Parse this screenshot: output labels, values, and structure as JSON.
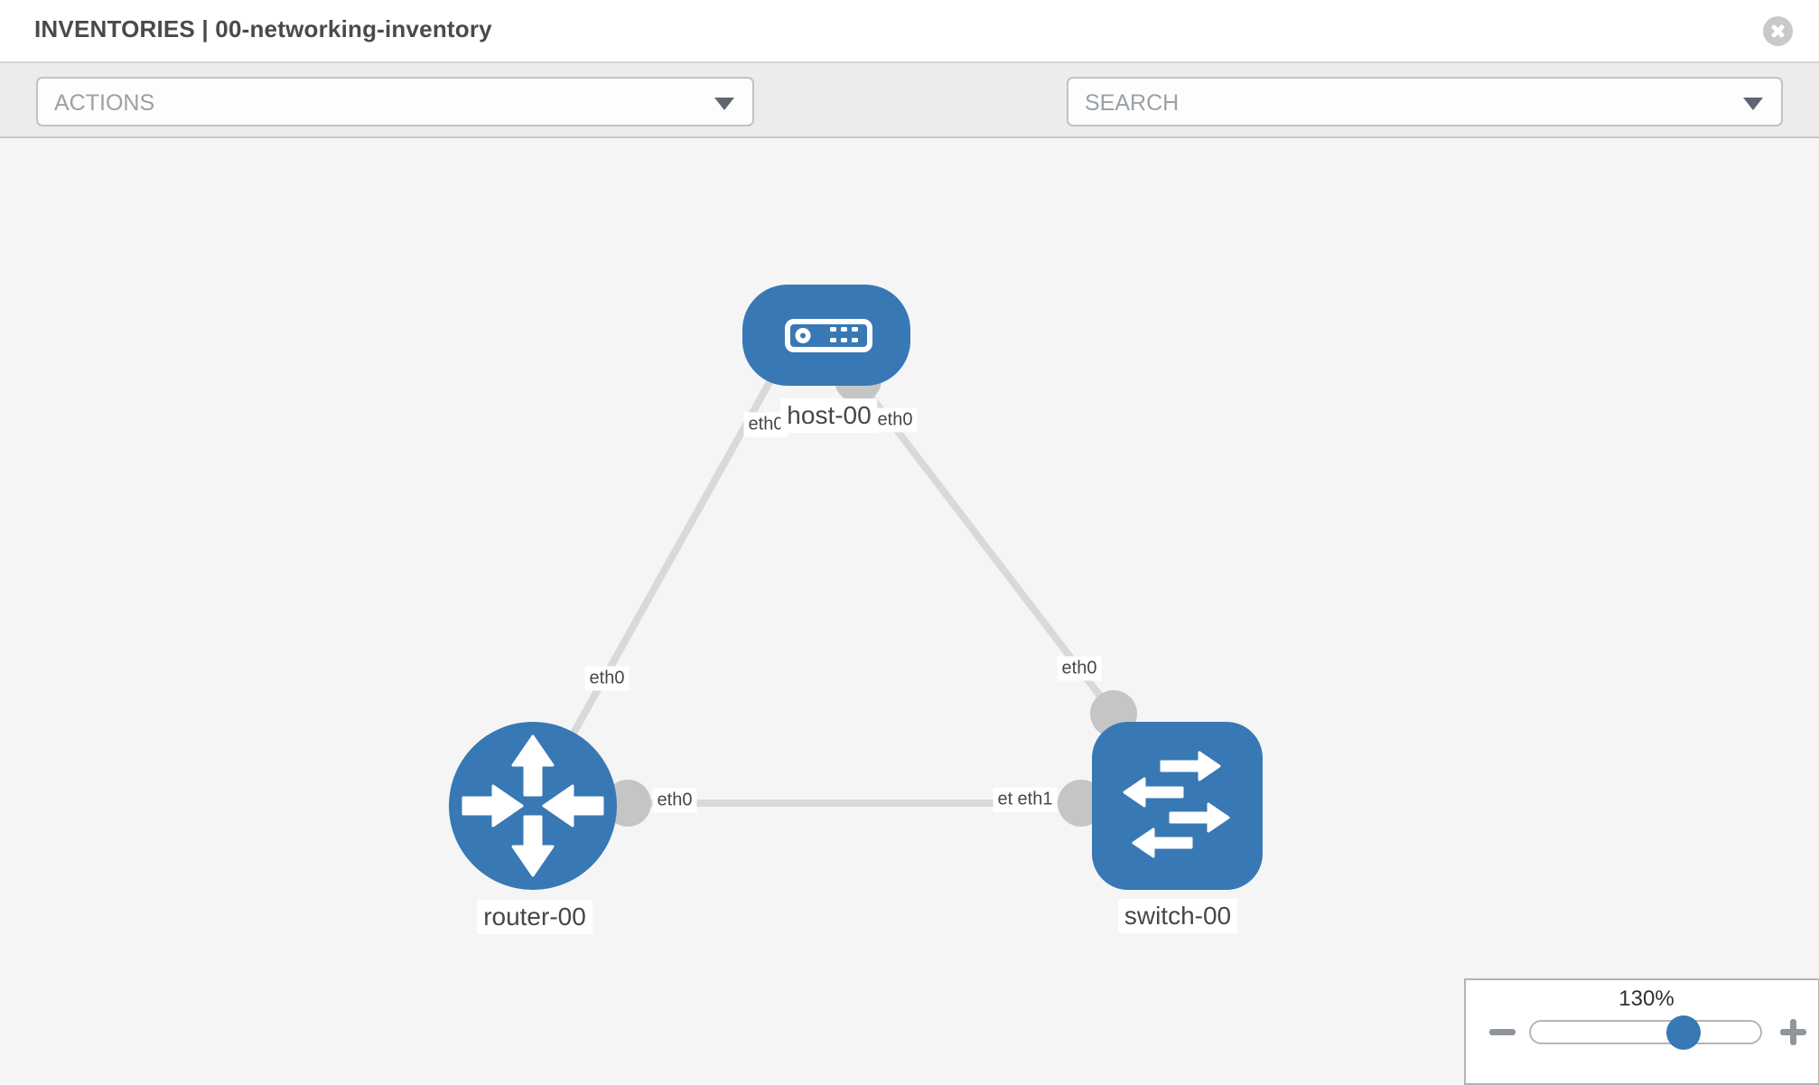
{
  "header": {
    "title": "INVENTORIES | 00-networking-inventory"
  },
  "toolbar": {
    "actions_label": "ACTIONS",
    "search_placeholder": "SEARCH"
  },
  "graph": {
    "nodes": [
      {
        "label": "host-00",
        "type": "host"
      },
      {
        "label": "router-00",
        "type": "router"
      },
      {
        "label": "switch-00",
        "type": "switch"
      }
    ],
    "interfaces": {
      "host_left": "eth0",
      "host_right": "eth0",
      "router_top": "eth0",
      "switch_top": "eth0",
      "router_right": "eth0",
      "switch_left_under": "eth0",
      "switch_left_over": "eth1"
    },
    "links": [
      {
        "from": "host-00",
        "to": "router-00"
      },
      {
        "from": "host-00",
        "to": "switch-00"
      },
      {
        "from": "router-00",
        "to": "switch-00"
      }
    ]
  },
  "zoom_control": {
    "level": "130%"
  },
  "colors": {
    "node_blue": "#3878b4",
    "link_gray": "#d9d9d9",
    "connector_gray": "#c5c5c5",
    "toolbar_bg": "#ececec",
    "canvas_bg": "#f5f5f5"
  }
}
